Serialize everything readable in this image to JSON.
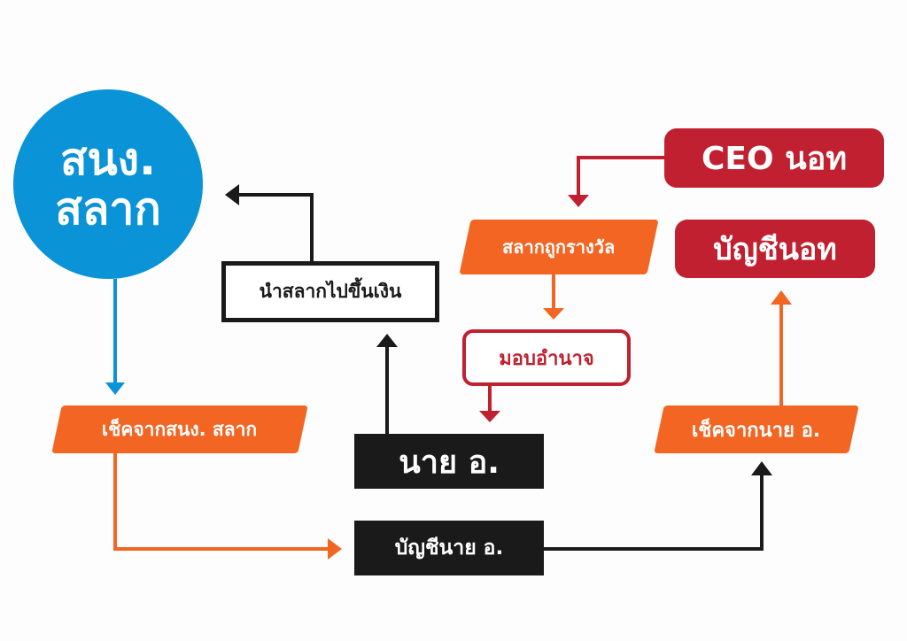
{
  "nodes": {
    "lottery_office": {
      "line1": "สนง.",
      "line2": "สลาก"
    },
    "cash_in": "นำสลากไปขึ้นเงิน",
    "check_from_office": "เช็คจากสนง. สลาก",
    "mr_o": "นาย อ.",
    "mr_o_account": "บัญชีนาย อ.",
    "ceo": "CEO นอท",
    "winning_ticket": "สลากถูกรางวัล",
    "power_of_attorney": "มอบอำนาจ",
    "not_account": "บัญชีนอท",
    "check_from_mr_o": "เช็คจากนาย อ."
  },
  "colors": {
    "blue": "#0a93d6",
    "orange": "#f26522",
    "red": "#c0202f",
    "black": "#1a1a1a"
  }
}
